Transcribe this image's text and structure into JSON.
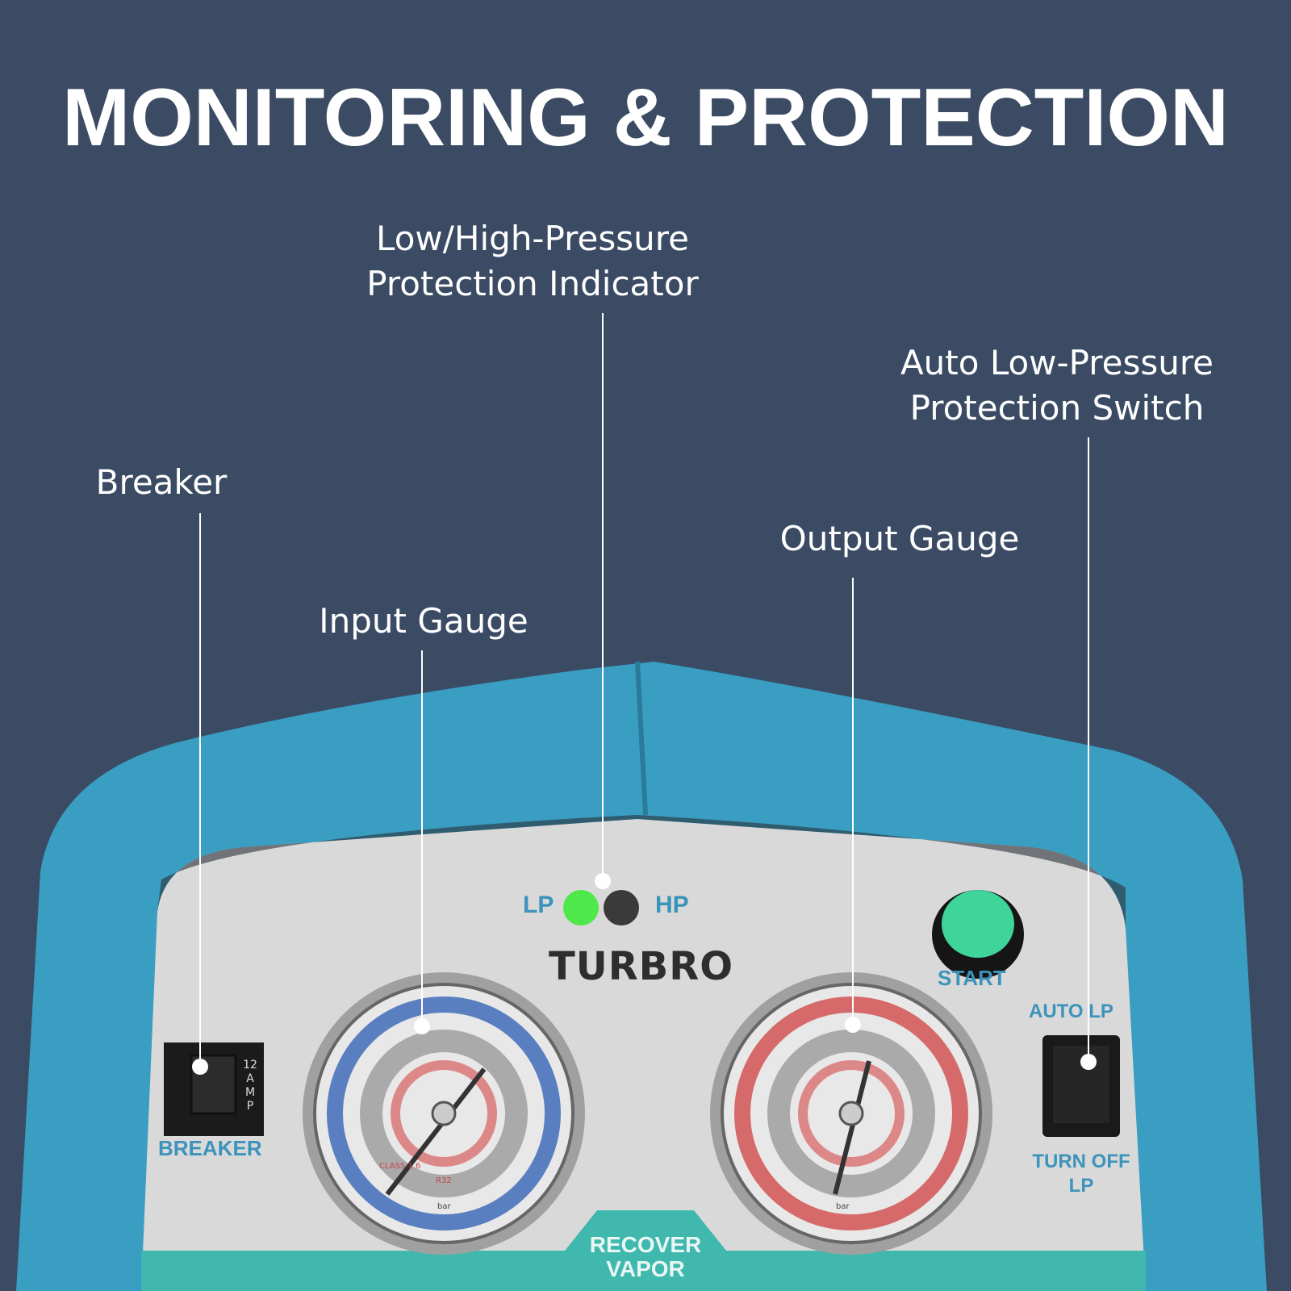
{
  "title": "MONITORING & PROTECTION",
  "callouts": {
    "indicator": [
      "Low/High-Pressure",
      "Protection Indicator"
    ],
    "auto_lp": [
      "Auto Low-Pressure",
      "Protection Switch"
    ],
    "breaker": "Breaker",
    "output_gauge": "Output Gauge",
    "input_gauge": "Input Gauge"
  },
  "panel": {
    "brand": "TURBRO",
    "lp": "LP",
    "hp": "HP",
    "lp_led_color": "#4ee84a",
    "hp_led_color": "#3a3a3a",
    "start": "START",
    "auto_lp": "AUTO LP",
    "turn_off": [
      "TURN OFF",
      "LP"
    ],
    "breaker": "BREAKER",
    "breaker_rating": [
      "12",
      "A",
      "M",
      "P"
    ],
    "recover": [
      "RECOVER",
      "VAPOR"
    ],
    "gauge_labels": {
      "refrigerant": "R32",
      "class": "CLASS 1.6",
      "unit": "bar"
    }
  },
  "colors": {
    "background": "#3b4b64",
    "handle": "#3a9dc2",
    "panel": "#d9d9d9",
    "strip": "#40b8ae",
    "label_blue": "#3c93bb"
  }
}
